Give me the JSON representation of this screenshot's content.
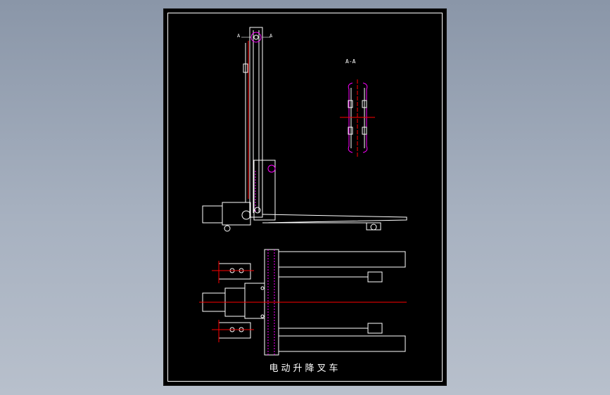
{
  "drawing": {
    "title": "电动升降叉车",
    "section_label": "A-A",
    "section_mark_left": "A",
    "section_mark_right": "A",
    "colors": {
      "background": "#000000",
      "outline": "#ffffff",
      "centerline": "#ff0000",
      "accent": "#ff00ff"
    }
  }
}
